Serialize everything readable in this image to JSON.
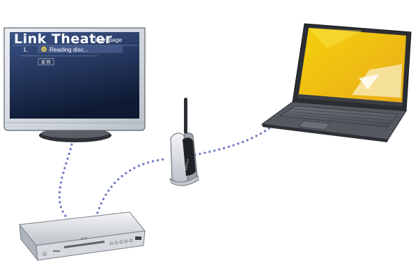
{
  "tv_screen": {
    "title": "Link Theater",
    "subtitle": "login page",
    "list_item_number": "1.",
    "list_item_text": "Reading disc...",
    "button_label": "返 回"
  },
  "player_disc_logo": "DVD",
  "router_badge": "BUFFALO",
  "colors": {
    "connection_dots": "#6a74c4",
    "tv_screen_top": "#3b5387",
    "tv_screen_bottom": "#0e1a33",
    "laptop_wallpaper": "#f1c40f"
  },
  "devices": [
    "television",
    "media-player",
    "wireless-router",
    "laptop"
  ]
}
